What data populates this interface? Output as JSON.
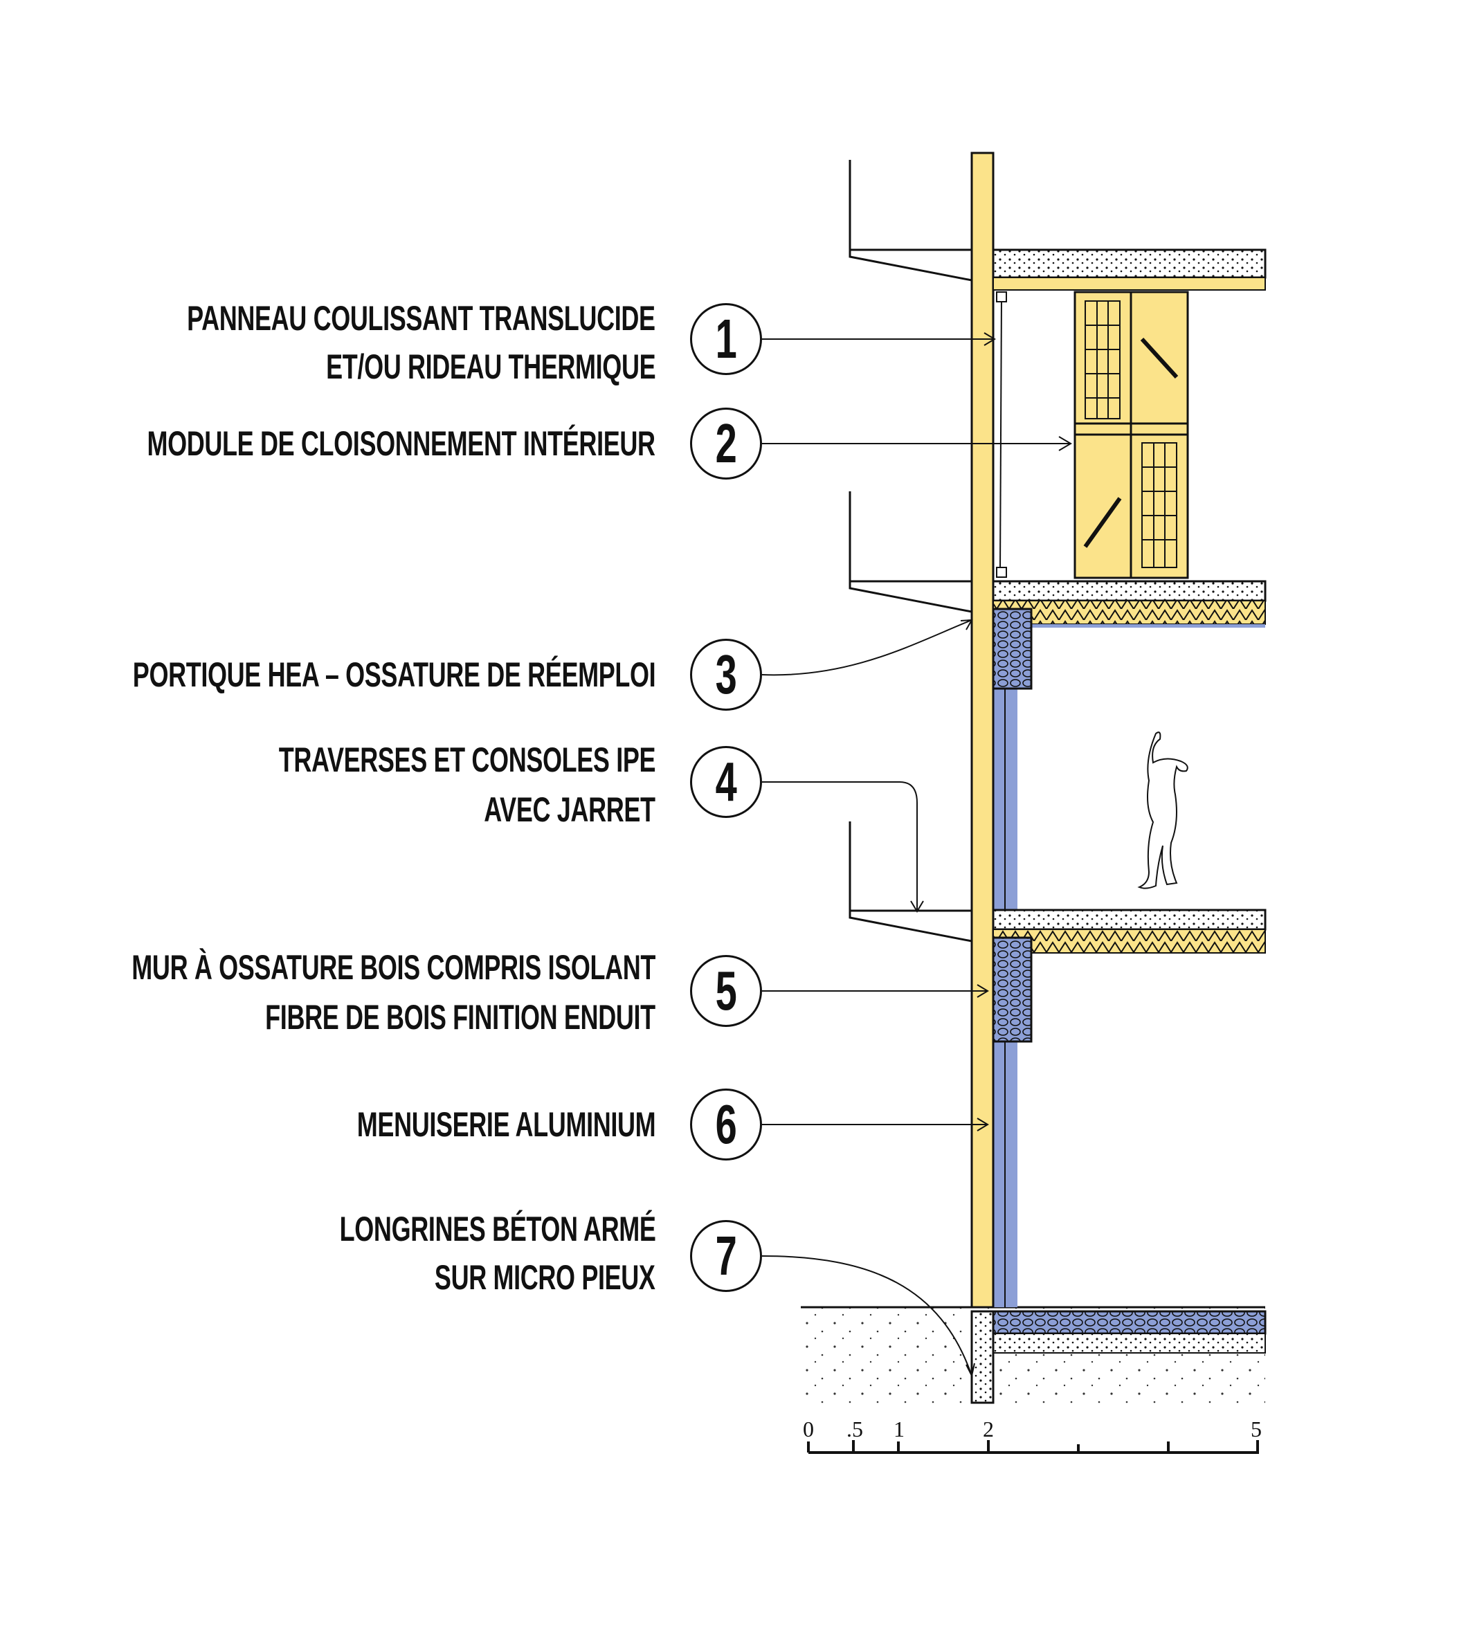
{
  "colors": {
    "timber": "#fbe38a",
    "insulation_blue": "#8c9fd6",
    "ink": "#111111"
  },
  "callouts": [
    {
      "number": "1",
      "lines": [
        "PANNEAU COULISSANT TRANSLUCIDE",
        "ET/OU RIDEAU THERMIQUE"
      ]
    },
    {
      "number": "2",
      "lines": [
        "MODULE DE CLOISONNEMENT INTÉRIEUR"
      ]
    },
    {
      "number": "3",
      "lines": [
        "PORTIQUE HEA – OSSATURE DE RÉEMPLOI"
      ]
    },
    {
      "number": "4",
      "lines": [
        "TRAVERSES ET CONSOLES IPE",
        "AVEC JARRET"
      ]
    },
    {
      "number": "5",
      "lines": [
        "MUR À OSSATURE BOIS COMPRIS ISOLANT",
        "FIBRE DE BOIS FINITION ENDUIT"
      ]
    },
    {
      "number": "6",
      "lines": [
        "MENUISERIE ALUMINIUM"
      ]
    },
    {
      "number": "7",
      "lines": [
        "LONGRINES BÉTON ARMÉ",
        "SUR MICRO PIEUX"
      ]
    }
  ],
  "scale_bar": {
    "unit": "m",
    "labels": [
      "0",
      ".5",
      "1",
      "2",
      "5"
    ],
    "ticks": [
      0,
      0.5,
      1,
      2,
      3,
      4,
      5
    ]
  }
}
